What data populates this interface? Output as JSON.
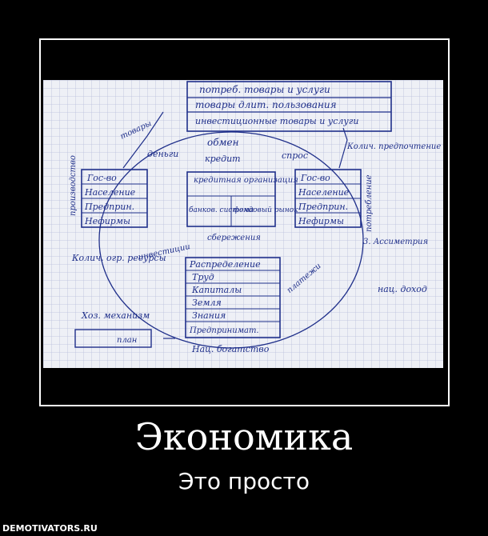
{
  "poster": {
    "title": "Экономика",
    "subtitle": "Это просто",
    "watermark": "DEMOTIVATORS.RU"
  },
  "photo": {
    "description_labels": {
      "top_box": [
        "потреб. товары и услуги",
        "товары длит. пользования",
        "инвестиционные товары и услуги"
      ],
      "left_box": [
        "Гос-во",
        "Население",
        "Предприн.",
        "Нефирмы"
      ],
      "center_box": [
        "кредитная организация",
        "банков. система",
        "фондовый рынок"
      ],
      "right_box": [
        "Гос-во",
        "Население",
        "Предприн.",
        "Нефирмы"
      ],
      "bottom_box": [
        "Распределение",
        "Труд",
        "Капиталы",
        "Земля",
        "Знания",
        "Предпринимат."
      ],
      "misc": [
        "обмен",
        "деньги",
        "спрос",
        "кредит",
        "платежи",
        "инвестиции",
        "сбережения",
        "Колич. огр. ресурсы",
        "Хоз. механизм",
        "план",
        "3. Ассиметрия",
        "нац. доход",
        "Нац. богатство",
        "товары",
        "Колич. предпочтение",
        "производство",
        "потребление"
      ]
    }
  }
}
